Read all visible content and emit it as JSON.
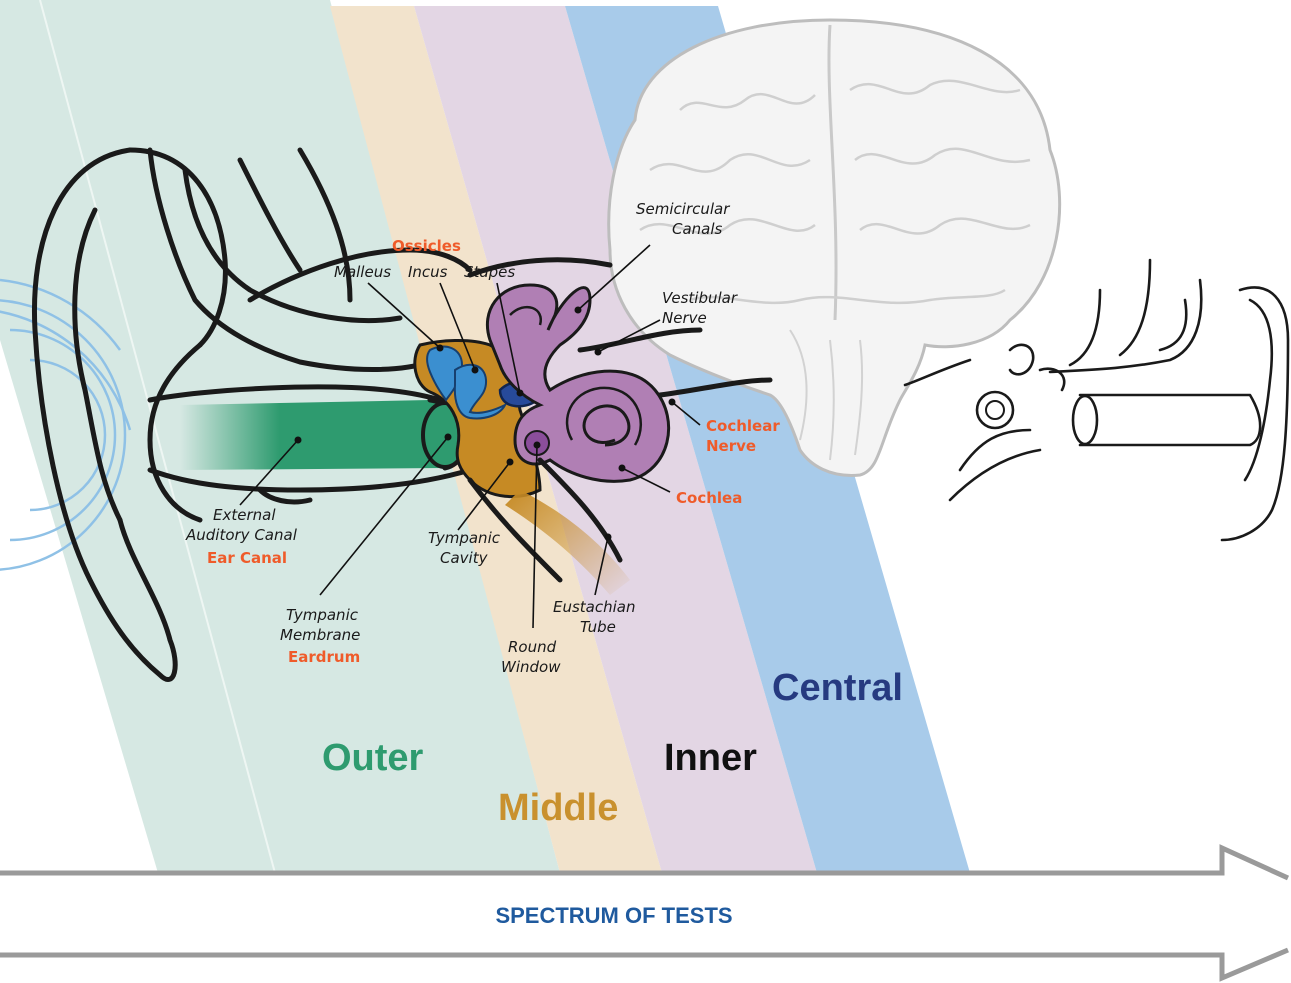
{
  "regions": {
    "outer": "Outer",
    "middle": "Middle",
    "inner": "Inner",
    "central": "Central"
  },
  "labels": {
    "ossicles": "Ossicles",
    "malleus": "Malleus",
    "incus": "Incus",
    "stapes": "Stapes",
    "semicircular_line1": "Semicircular",
    "semicircular_line2": "Canals",
    "vestibular_line1": "Vestibular",
    "vestibular_line2": "Nerve",
    "cochlear_nerve_line1": "Cochlear",
    "cochlear_nerve_line2": "Nerve",
    "cochlea": "Cochlea",
    "external_line1": "External",
    "external_line2": "Auditory Canal",
    "ear_canal": "Ear Canal",
    "tympanic_cavity_line1": "Tympanic",
    "tympanic_cavity_line2": "Cavity",
    "tympanic_membrane_line1": "Tympanic",
    "tympanic_membrane_line2": "Membrane",
    "eardrum": "Eardrum",
    "eustachian_line1": "Eustachian",
    "eustachian_line2": "Tube",
    "round_window_line1": "Round",
    "round_window_line2": "Window"
  },
  "arrow": {
    "label": "SPECTRUM OF TESTS"
  },
  "colors": {
    "outer_band": "#d6e8e3",
    "middle_band": "#f2e3cc",
    "inner_band": "#e3d6e4",
    "central_band": "#a8cbea",
    "outer_text": "#2e9b6f",
    "middle_text": "#c9912e",
    "inner_text": "#111111",
    "central_text": "#263a80",
    "orange_label": "#ef5b2a",
    "arrow_text": "#1f5a9e",
    "ear_canal_fill": "#2e9b6f",
    "middle_cavity_fill": "#c68a24",
    "cochlea_fill": "#b07fb4",
    "ossicle_fill": "#3b8fd0"
  }
}
